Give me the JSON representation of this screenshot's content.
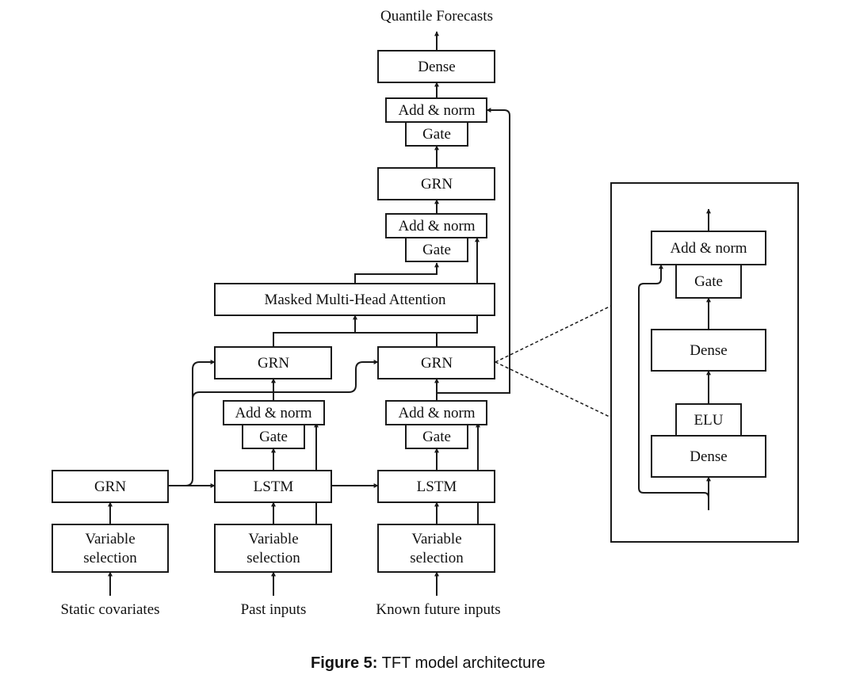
{
  "figure": {
    "caption_label": "Figure 5:",
    "caption_text": "TFT model architecture",
    "output_label": "Quantile Forecasts"
  },
  "inputs": {
    "static": "Static covariates",
    "past": "Past inputs",
    "future": "Known future inputs"
  },
  "blocks": {
    "dense_top": "Dense",
    "addnorm_top": "Add & norm",
    "gate_top": "Gate",
    "grn_upper": "GRN",
    "addnorm_attn": "Add & norm",
    "gate_attn": "Gate",
    "attention": "Masked Multi-Head Attention",
    "grn_past": "GRN",
    "grn_future": "GRN",
    "addnorm_past": "Add & norm",
    "gate_past": "Gate",
    "addnorm_future": "Add & norm",
    "gate_future": "Gate",
    "grn_static": "GRN",
    "lstm_past": "LSTM",
    "lstm_future": "LSTM",
    "varsel_static": [
      "Variable",
      "selection"
    ],
    "varsel_past": [
      "Variable",
      "selection"
    ],
    "varsel_future": [
      "Variable",
      "selection"
    ]
  },
  "detail": {
    "addnorm": "Add & norm",
    "gate": "Gate",
    "dense_upper": "Dense",
    "elu": "ELU",
    "dense_lower": "Dense"
  }
}
